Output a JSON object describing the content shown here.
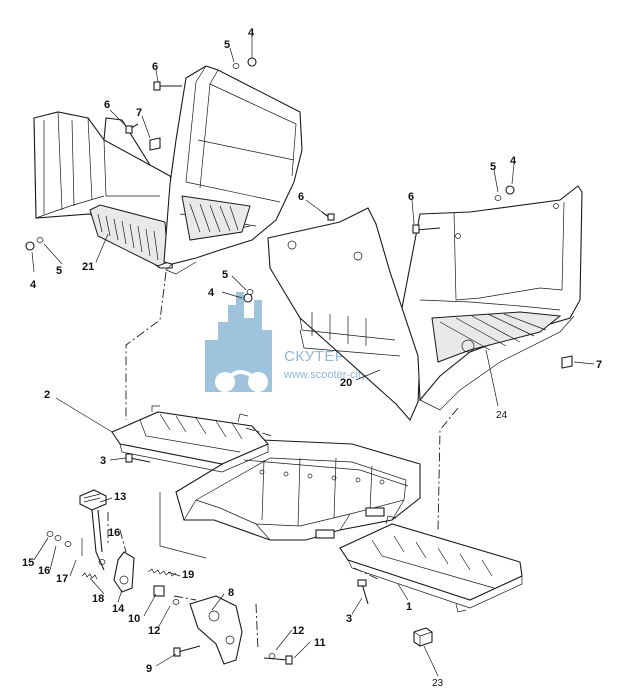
{
  "watermark": {
    "brand": "СКУТЕР СИТИ",
    "url": "www.scooter-city.ru",
    "color": "#8fb8d8"
  },
  "callouts": [
    "1",
    "2",
    "3",
    "3",
    "4",
    "4",
    "4",
    "4",
    "5",
    "5",
    "5",
    "5",
    "6",
    "6",
    "6",
    "6",
    "7",
    "7",
    "8",
    "9",
    "10",
    "11",
    "12",
    "12",
    "13",
    "14",
    "15",
    "16",
    "16",
    "17",
    "18",
    "19",
    "20",
    "21",
    "23",
    "24"
  ]
}
